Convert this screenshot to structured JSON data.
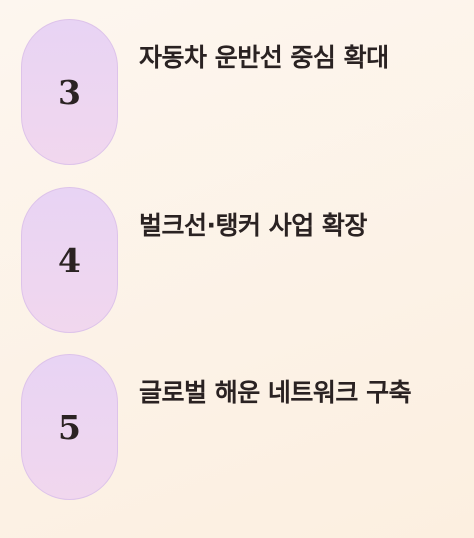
{
  "steps": [
    {
      "number": "3",
      "title": "자동차 운반선 중심 확대"
    },
    {
      "number": "4",
      "title": "벌크선·탱커 사업 확장"
    },
    {
      "number": "5",
      "title": "글로벌 해운 네트워크 구축"
    }
  ]
}
